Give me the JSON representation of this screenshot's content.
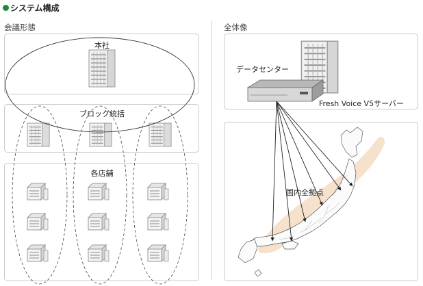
{
  "title": "システム構成",
  "left": {
    "heading": "会議形態",
    "head_office": "本社",
    "block": "ブロック統括",
    "stores": "各店舗"
  },
  "right": {
    "heading": "全体像",
    "datacenter": "データセンター",
    "server": "Fresh Voice V5サーバー",
    "nationwide": "国内全拠点"
  },
  "colors": {
    "title_bullet": "#1f8a3c",
    "japan_band": "#f5dcc4",
    "panel_border": "#c9c9c9"
  }
}
